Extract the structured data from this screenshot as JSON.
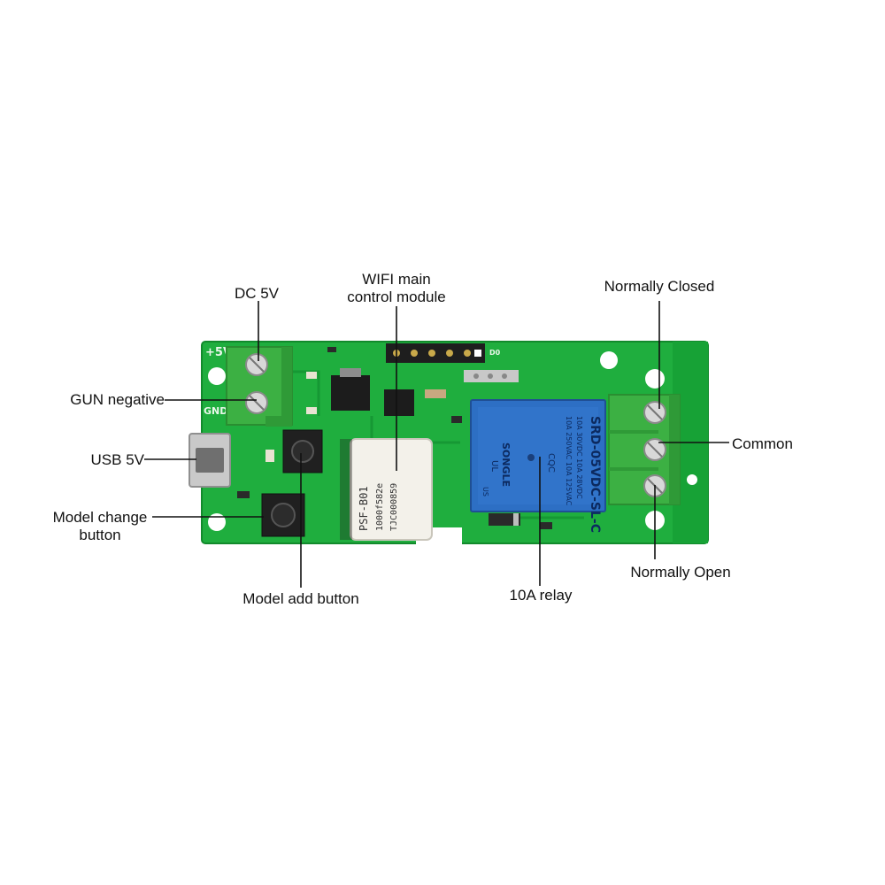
{
  "labels": {
    "dc_5v": "DC 5V",
    "wifi_line1": "WIFI main",
    "wifi_line2": "control module",
    "normally_closed": "Normally Closed",
    "gun_negative": "GUN negative",
    "usb_5v": "USB 5V",
    "model_change_line1": "Model change",
    "model_change_line2": "button",
    "common": "Common",
    "normally_open": "Normally Open",
    "model_add_button": "Model add button",
    "relay_10a": "10A relay"
  },
  "board": {
    "silk_plus5v": "+5V",
    "silk_gnd": "GND",
    "silk_d0": "D0",
    "module_line1": "PSF-B01",
    "module_line2": "1000f582e",
    "module_line3": "TJC000859",
    "relay_model": "SRD-05VDC-SL-C",
    "relay_rating1": "10A 30VDC 10A 28VDC",
    "relay_rating2": "10A 250VAC 10A 125VAC",
    "relay_brand": "SONGLE",
    "relay_cqc": "CQC",
    "relay_ul": "UL",
    "relay_us": "US"
  },
  "colors": {
    "pcb": "#1fae3e",
    "pcb_dark": "#15922f",
    "terminal": "#3cb043",
    "relay": "#2d6fc4",
    "module": "#f3f1ea",
    "leader": "#111111"
  }
}
